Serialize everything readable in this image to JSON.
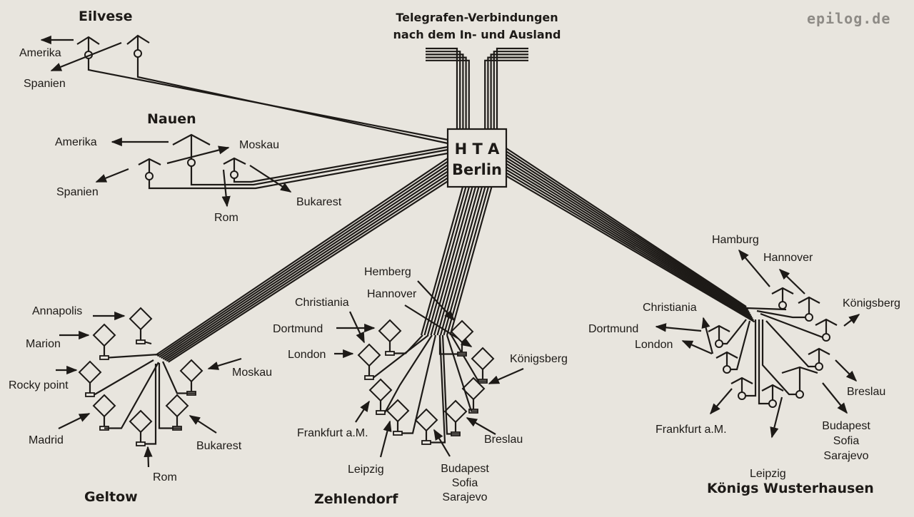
{
  "watermark": "epilog.de",
  "header": {
    "line1": "Telegrafen-Verbindungen",
    "line2": "nach dem In- und Ausland"
  },
  "hub": {
    "line1": "H T A",
    "line2": "Berlin"
  },
  "stations": {
    "eilvese": {
      "name": "Eilvese",
      "destinations": [
        "Amerika",
        "Spanien"
      ]
    },
    "nauen": {
      "name": "Nauen",
      "destinations": [
        "Amerika",
        "Moskau",
        "Spanien",
        "Bukarest",
        "Rom"
      ]
    },
    "geltow": {
      "name": "Geltow",
      "destinations": [
        "Annapolis",
        "Marion",
        "Moskau",
        "Rocky point",
        "Madrid",
        "Bukarest",
        "Rom"
      ]
    },
    "zehlendorf": {
      "name": "Zehlendorf",
      "destinations": [
        "Hemberg",
        "Hannover",
        "Christiania",
        "Dortmund",
        "London",
        "Königsberg",
        "Frankfurt a.M.",
        "Breslau",
        "Leipzig",
        "Budapest",
        "Sofia",
        "Sarajevo"
      ]
    },
    "koenigs_wusterhausen": {
      "name": "Königs Wusterhausen",
      "destinations": [
        "Hamburg",
        "Hannover",
        "Christiania",
        "Königsberg",
        "Dortmund",
        "London",
        "Breslau",
        "Frankfurt a.M.",
        "Budapest",
        "Sofia",
        "Sarajevo",
        "Leipzig"
      ]
    }
  },
  "colors": {
    "background": "#e8e5de",
    "ink": "#1d1a17",
    "watermark": "#8e8b86"
  }
}
